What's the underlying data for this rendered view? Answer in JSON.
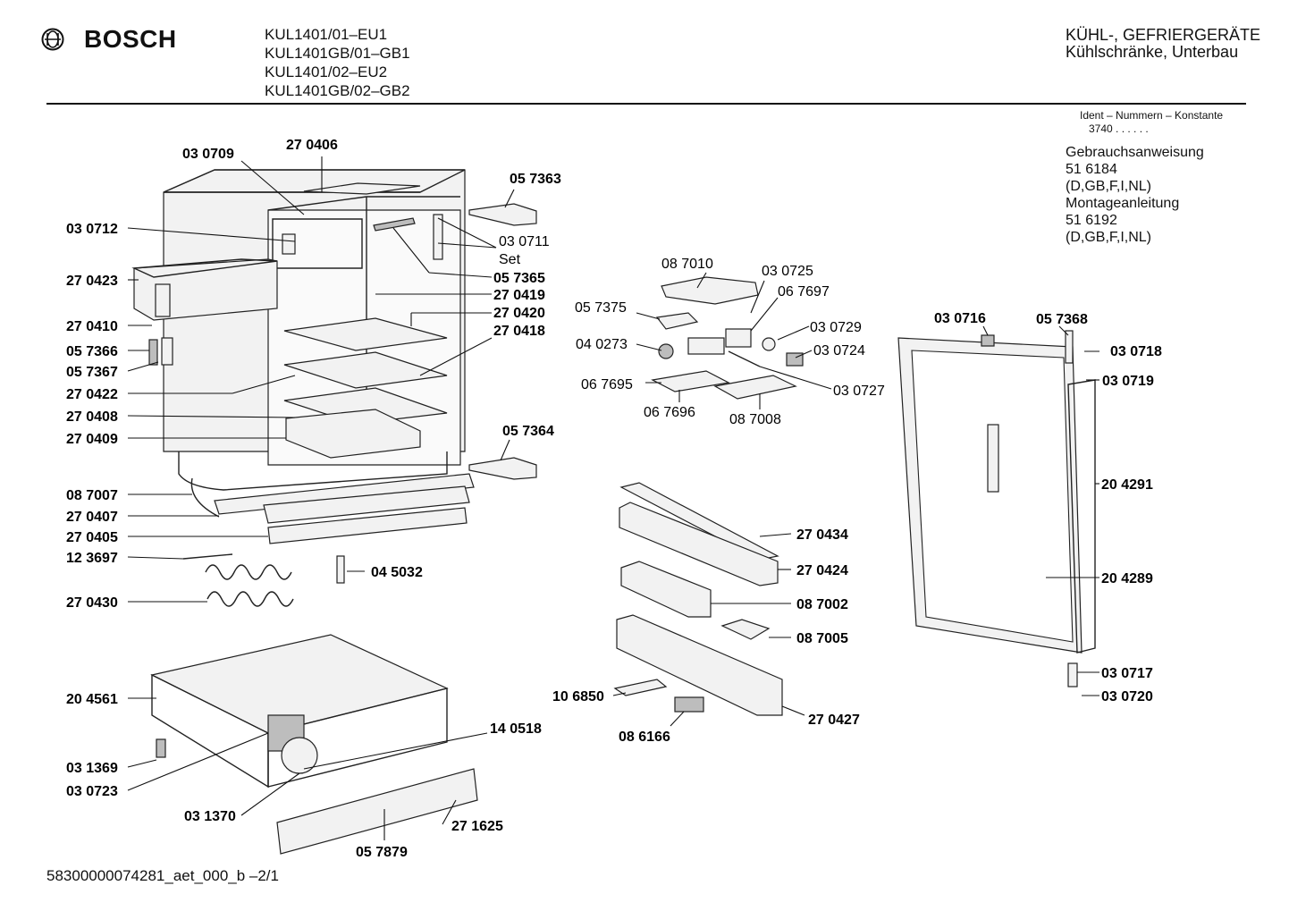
{
  "header": {
    "brand": "BOSCH",
    "models": [
      "KUL1401/01–EU1",
      "KUL1401GB/01–GB1",
      "KUL1401/02–EU2",
      "KUL1401GB/02–GB2"
    ],
    "category_line1": "KÜHL-, GEFRIERGERÄTE",
    "category_line2": "Kühlschränke, Unterbau"
  },
  "ident": {
    "label": "Ident – Nummern – Konstante",
    "constant": "3740 . . . . . ."
  },
  "documents": [
    "Gebrauchsanweisung",
    "51 6184",
    "(D,GB,F,I,NL)",
    "Montageanleitung",
    "51 6192",
    "(D,GB,F,I,NL)"
  ],
  "footer": "58300000074281_aet_000_b –2/1",
  "labels": {
    "l_030709": "03 0709",
    "l_270406": "27 0406",
    "l_057363": "05 7363",
    "l_030712": "03 0712",
    "l_030711": "03 0711",
    "l_set": "Set",
    "l_270423": "27 0423",
    "l_057365": "05 7365",
    "l_270419": "27 0419",
    "l_270410": "27 0410",
    "l_270420": "27 0420",
    "l_270418": "27 0418",
    "l_057366": "05 7366",
    "l_057367": "05 7367",
    "l_270422": "27 0422",
    "l_270408": "27 0408",
    "l_270409": "27 0409",
    "l_057364": "05 7364",
    "l_087007": "08 7007",
    "l_270407": "27 0407",
    "l_270405": "27 0405",
    "l_123697": "12 3697",
    "l_045032": "04 5032",
    "l_270430": "27 0430",
    "l_204561": "20 4561",
    "l_140518": "14 0518",
    "l_031369": "03 1369",
    "l_030723": "03 0723",
    "l_031370": "03 1370",
    "l_271625": "27 1625",
    "l_057879": "05 7879",
    "l_087010": "08 7010",
    "l_030725": "03 0725",
    "l_067697": "06 7697",
    "l_057375": "05 7375",
    "l_030729": "03 0729",
    "l_040273": "04 0273",
    "l_030724": "03 0724",
    "l_067695": "06 7695",
    "l_030727": "03 0727",
    "l_067696": "06 7696",
    "l_087008": "08 7008",
    "l_030716": "03 0716",
    "l_057368": "05 7368",
    "l_030718": "03 0718",
    "l_030719": "03 0719",
    "l_204291": "20 4291",
    "l_204289": "20 4289",
    "l_030717": "03 0717",
    "l_030720": "03 0720",
    "l_270434": "27 0434",
    "l_270424": "27 0424",
    "l_087002": "08 7002",
    "l_087005": "08 7005",
    "l_106850": "10 6850",
    "l_270427": "27 0427",
    "l_086166": "08 6166"
  }
}
